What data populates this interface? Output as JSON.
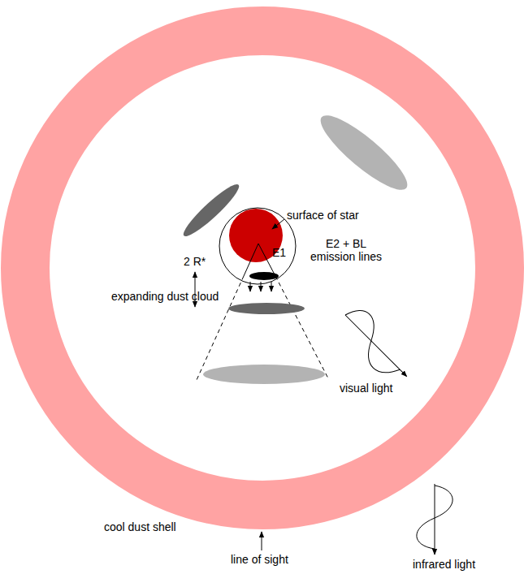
{
  "diagram": {
    "nodes": [
      {
        "text": [
          "E1"
        ]
      }
    ],
    "labels": [
      "surface of star",
      "2 R*",
      "E2 + BL emission lines",
      "expanding dust cloud",
      "visual light",
      "cool dust shell",
      "line of sight",
      "infrared light"
    ]
  }
}
